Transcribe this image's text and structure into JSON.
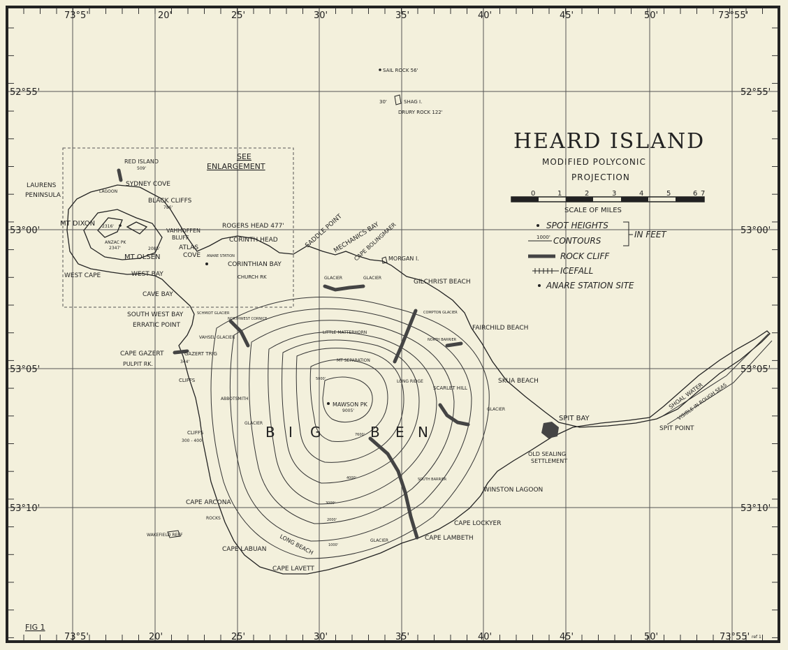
{
  "title": "HEARD ISLAND",
  "subtitle_line1": "MODIFIED     POLYCONIC",
  "subtitle_line2": "PROJECTION",
  "scale": {
    "ticks": [
      "0",
      "1",
      "2",
      "3",
      "4",
      "5",
      "6",
      "7"
    ],
    "label": "SCALE   OF   MILES"
  },
  "legend": {
    "items": [
      "SPOT HEIGHTS",
      "CONTOURS",
      "ROCK CLIFF",
      "ICEFALL",
      "ANARE STATION SITE"
    ],
    "unit_label": "IN FEET",
    "contour_sample": "1000'"
  },
  "see_enlargement": [
    "SEE",
    "ENLARGEMENT"
  ],
  "figure_label": "FIG 1",
  "corner_note": "ref 1",
  "colors": {
    "paper": "#f3f0dc",
    "ink": "#222222",
    "cliff": "#444444"
  },
  "longitude": {
    "top": [
      "73°5'",
      "20'",
      "25'",
      "30'",
      "35'",
      "40'",
      "45'",
      "50'",
      "73°55'"
    ],
    "bottom": [
      "73°5'",
      "20'",
      "25'",
      "30'",
      "35'",
      "40'",
      "45'",
      "50'",
      "73°55'"
    ]
  },
  "latitude": {
    "left": [
      "52°55'",
      "53°00'",
      "53°05'",
      "53°10'"
    ],
    "right": [
      "52°55'",
      "53°00'",
      "53°05'",
      "53°10'"
    ]
  },
  "features": {
    "big_ben": [
      "B",
      "I",
      "G",
      "B",
      "E",
      "N"
    ],
    "mawson_pk": "MAWSON PK",
    "mawson_ht": "9005'",
    "sail_rock": "SAIL ROCK 56'",
    "shag_i": "SHAG I.",
    "shag_ht": "30'",
    "drury_rock": "DRURY ROCK 122'",
    "red_island": "RED ISLAND",
    "red_island_ht": "509'",
    "sydney_cove": "SYDNEY COVE",
    "lagoon": "LAGOON",
    "laurens": "LAURENS",
    "peninsula": "PENINSULA",
    "black_cliffs": "BLACK CLIFFS",
    "black_cliffs_ht": "786'",
    "mt_dixon": "MT DIXON",
    "mt_dixon_ht": "2316'",
    "anzac_pk": "ANZAC PK",
    "anzac_ht": "2347'",
    "mt_olsen": "MT OLSEN",
    "mt_olsen_ht": "2085'",
    "drygalski_a": "VAHHOFFEN",
    "drygalski_b": "BLUFF",
    "atlas_a": "ATLAS",
    "atlas_b": "COVE",
    "anare_station": "ANARE STATION",
    "rogers_head": "ROGERS HEAD 477'",
    "corinth_head": "CORINTH HEAD",
    "corinthian_bay": "CORINTHIAN BAY",
    "saddle_point": "SADDLE POINT",
    "mechanics_bay": "MECHANICS BAY",
    "cape_bolingmaer": "CAPE BOLINGMAER",
    "morgan_i": "MORGAN I.",
    "gilchrist_beach": "GILCHRIST BEACH",
    "west_cape": "WEST CAPE",
    "west_bay": "WEST BAY",
    "cave_bay": "CAVE BAY",
    "church_rk": "CHURCH RK",
    "south_west_bay": "SOUTH WEST BAY",
    "erratic_point": "ERRATIC POINT",
    "schmidt_glacier": "SCHMIDT GLACIER",
    "northwest_cornice": "NORTHWEST CORNICE",
    "little_matterhorn": "LITTLE MATTERHORN",
    "mt_separation": "MT SEPARATION",
    "cape_gazert": "CAPE GAZERT",
    "gazert_trig": "GAZERT TRIG",
    "pulpit_rk": "PULPIT RK.",
    "pulpit_ht": "344'",
    "vahsel_glacier": "VAHSEL GLACIER",
    "cliffs_1": "CLIFFS",
    "cliffs_2": "CLIFFS",
    "cliffs_ht": "300 - 400'",
    "abbotsmith": "ABBOTSMITH",
    "fairchild_beach": "FAIRCHILD BEACH",
    "compton_glacier": "COMPTON GLACIER",
    "north_barrier": "NORTH BARRIER",
    "skua_beach": "SKUA BEACH",
    "scarlet_hill": "SCARLET HILL",
    "long_ridge": "LONG RIDGE",
    "spit_bay": "SPIT   BAY",
    "spit_point": "SPIT POINT",
    "old_sealing_1": "OLD SEALING",
    "old_sealing_2": "SETTLEMENT",
    "winston_lagoon": "WINSTON LAGOON",
    "cape_lockyer": "CAPE LOCKYER",
    "cape_lambeth": "CAPE LAMBETH",
    "cape_arcona": "CAPE ARCONA",
    "rocks": "ROCKS",
    "wakefield_reef": "WAKEFIELD REEF",
    "cape_labuan": "CAPE LABUAN",
    "long_beach": "LONG BEACH",
    "cape_lavett": "CAPE LAVETT",
    "south_barrier": "SOUTH BARRIER",
    "glacier": "GLACIER",
    "shoal_water": "SHOAL   WATER",
    "visible_seas": "VISIBLE IN ROUGH SEAS",
    "contours": [
      "1000'",
      "2000'",
      "3000'",
      "4000'",
      "5000'",
      "7600'"
    ]
  }
}
